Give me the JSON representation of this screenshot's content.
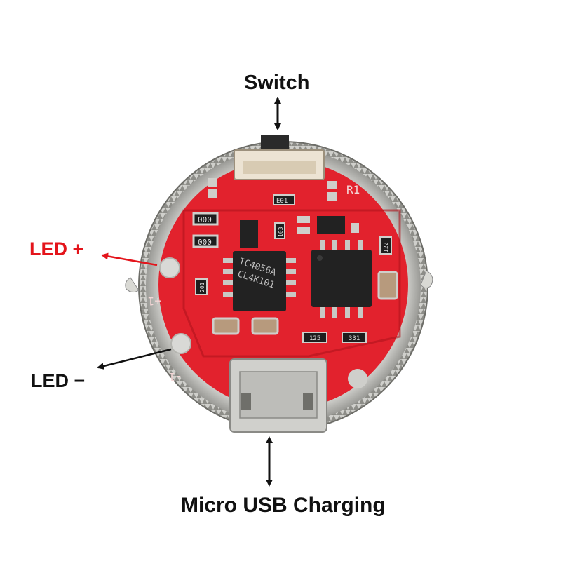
{
  "callouts": {
    "switch": "Switch",
    "led_plus": "LED +",
    "led_minus": "LED −",
    "usb": "Micro USB Charging"
  },
  "board_markings": {
    "ic_main_line1": "TC4056A",
    "ic_main_line2": "CL4K101",
    "pad_plus": "+1",
    "pad_minus": "-1",
    "res_1": "000",
    "res_2": "000",
    "res_3": "201",
    "res_4": "E01",
    "res_5": "103",
    "res_6": "125",
    "res_7": "331",
    "res_8": "122",
    "silk_r1": "R1"
  },
  "colors": {
    "pcb_red": "#e2222d",
    "ring_metal": "#d4d4d0",
    "arrow_red": "#e4141b",
    "arrow_black": "#111111"
  }
}
